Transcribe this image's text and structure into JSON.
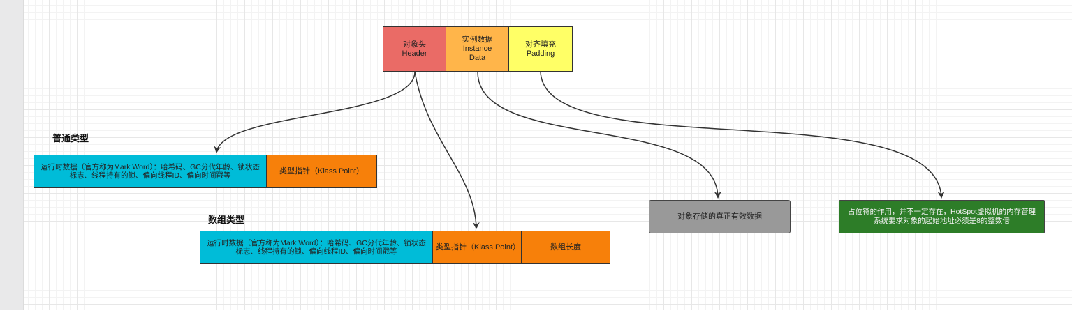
{
  "object_layout": {
    "header": "对象头\nHeader",
    "instance_data": "实例数据\nInstance\nData",
    "padding": "对齐填充\nPadding"
  },
  "normal_type": {
    "title": "普通类型",
    "runtime_data": "运行时数据（官方称为Mark Word）：哈希码、GC分代年龄、锁状态标志、线程持有的锁、偏向线程ID、偏向时间戳等",
    "klass_pointer": "类型指针（Klass Point）"
  },
  "array_type": {
    "title": "数组类型",
    "runtime_data": "运行时数据（官方称为Mark Word）：哈希码、GC分代年龄、锁状态标志、线程持有的锁、偏向线程ID、偏向时间戳等",
    "klass_pointer": "类型指针（Klass Point）",
    "array_length": "数组长度"
  },
  "instance_note": "对象存储的真正有效数据",
  "padding_note": "占位符的作用，并不一定存在，HotSpot虚拟机的内存管理系统要求对象的起始地址必须是8的整数倍",
  "colors": {
    "header": "#ea6b66",
    "instance": "#ffb54a",
    "padding": "#ffff66",
    "runtime": "#00bcd8",
    "klass": "#f7800a",
    "gray_note": "#999999",
    "green_note": "#2d7d28"
  }
}
